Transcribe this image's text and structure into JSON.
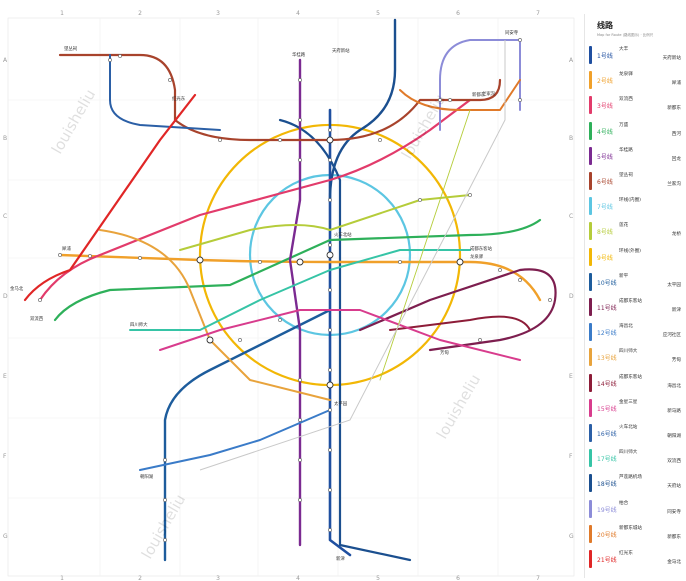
{
  "legend": {
    "title": "线路",
    "subtitle": "Map for Route (路线图示)  ·  比例尺",
    "lines": [
      {
        "name": "1号线",
        "from": "大丰",
        "to": "天府新站",
        "color": "#1f4fa0"
      },
      {
        "name": "2号线",
        "from": "龙泉驿",
        "to": "犀浦",
        "color": "#f0a02a"
      },
      {
        "name": "3号线",
        "from": "双流西",
        "to": "新都东",
        "color": "#e23b6b"
      },
      {
        "name": "4号线",
        "from": "万盛",
        "to": "西河",
        "color": "#2eb05a"
      },
      {
        "name": "5号线",
        "from": "华桂路",
        "to": "回龙",
        "color": "#7b2a91"
      },
      {
        "name": "6号线",
        "from": "望丛祠",
        "to": "兰家沟",
        "color": "#a8432c"
      },
      {
        "name": "7号线",
        "from": "环线(内圈)",
        "to": "",
        "color": "#5cc6e2"
      },
      {
        "name": "8号线",
        "from": "莲花",
        "to": "龙桥",
        "color": "#b5cc3a"
      },
      {
        "name": "9号线",
        "from": "环线(外圈)",
        "to": "",
        "color": "#f2b705"
      },
      {
        "name": "10号线",
        "from": "新平",
        "to": "太平园",
        "color": "#1d5c9c"
      },
      {
        "name": "11号线",
        "from": "成都东客站",
        "to": "新津",
        "color": "#7d1e4f"
      },
      {
        "name": "12号线",
        "from": "海昌北",
        "to": "应河社区",
        "color": "#3a7bc8"
      },
      {
        "name": "13号线",
        "from": "四川师大",
        "to": "芳甸",
        "color": "#e8a33c"
      },
      {
        "name": "14号线",
        "from": "成都东客站",
        "to": "海昌北",
        "color": "#8d1c38"
      },
      {
        "name": "15号线",
        "from": "金星三星",
        "to": "新马路",
        "color": "#d83c8d"
      },
      {
        "name": "16号线",
        "from": "火车北站",
        "to": "朝阳湖",
        "color": "#2b5fa6"
      },
      {
        "name": "17号线",
        "from": "四川师大",
        "to": "双流西",
        "color": "#36c4a6"
      },
      {
        "name": "18号线",
        "from": "芦莲路机场",
        "to": "天府站",
        "color": "#1b4f8f"
      },
      {
        "name": "19号线",
        "from": "柏合",
        "to": "同安寺",
        "color": "#8c8cd8"
      },
      {
        "name": "20号线",
        "from": "新都东城站",
        "to": "新都东",
        "color": "#e07a2a"
      },
      {
        "name": "21号线",
        "from": "红光东",
        "to": "金马北",
        "color": "#e02626"
      }
    ]
  },
  "grid": {
    "columns": [
      "1",
      "2",
      "3",
      "4",
      "5",
      "6",
      "7"
    ],
    "rows": [
      "A",
      "B",
      "C",
      "D",
      "E",
      "F",
      "G"
    ]
  },
  "watermark": "louisheliu",
  "stations": [
    "天府新站",
    "犀浦",
    "龙泉驿",
    "新都东",
    "双流西",
    "火车北站",
    "成都东客站",
    "四川师大",
    "太平园",
    "新津",
    "芳甸",
    "朝阳湖",
    "金马北",
    "红光东",
    "同安寺",
    "兰家沟",
    "望丛祠",
    "华桂路"
  ]
}
